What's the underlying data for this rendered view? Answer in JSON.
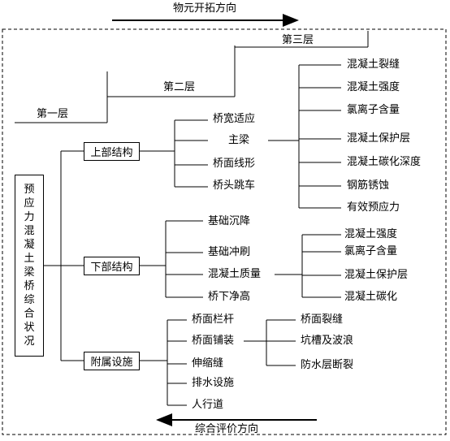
{
  "directions": {
    "top": "物元开拓方向",
    "bottom": "综合评价方向"
  },
  "layers": {
    "first": "第一层",
    "second": "第二层",
    "third": "第三层"
  },
  "root": "预应力混凝土梁桥综合状况",
  "level1": {
    "upper": "上部结构",
    "lower": "下部结构",
    "aux": "附属设施"
  },
  "upper_items": [
    "桥宽适应",
    "主梁",
    "桥面线形",
    "桥头跳车"
  ],
  "girder_indicators": [
    "混凝土裂缝",
    "混凝土强度",
    "氯离子含量",
    "混凝土保护层",
    "混凝土碳化深度",
    "钢筋锈蚀",
    "有效预应力"
  ],
  "lower_items": [
    "基础沉降",
    "基础冲刷",
    "混凝土质量",
    "桥下净高"
  ],
  "concrete_quality_indicators": [
    "混凝土强度",
    "氯离子含量",
    "混凝土保护层",
    "混凝土碳化"
  ],
  "aux_items": [
    "桥面栏杆",
    "桥面铺装",
    "伸缩缝",
    "排水设施",
    "人行道"
  ],
  "pavement_indicators": [
    "桥面裂缝",
    "坑槽及波浪",
    "防水层断裂"
  ]
}
